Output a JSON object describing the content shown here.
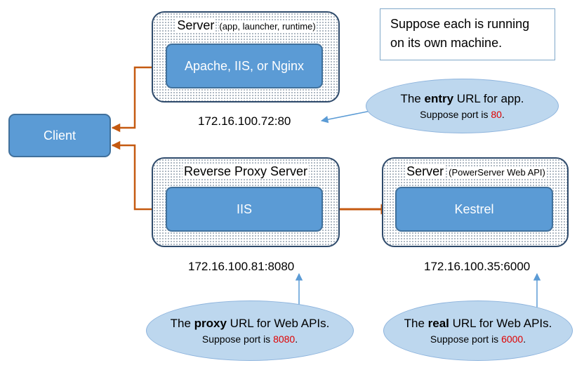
{
  "client": {
    "label": "Client"
  },
  "server_top": {
    "title": "Server",
    "subtitle": "(app, launcher, runtime)",
    "inner_label": "Apache, IIS, or Nginx",
    "address": "172.16.100.72:80"
  },
  "proxy_server": {
    "title": "Reverse Proxy Server",
    "inner_label": "IIS",
    "address": "172.16.100.81:8080"
  },
  "api_server": {
    "title": "Server",
    "subtitle": "(PowerServer Web API)",
    "inner_label": "Kestrel",
    "address": "172.16.100.35:6000"
  },
  "note": {
    "line1": "Suppose each is running",
    "line2": "on its own machine."
  },
  "bubble_entry": {
    "prefix": "The ",
    "bold": "entry",
    "suffix": " URL for app.",
    "port_prefix": "Suppose port is ",
    "port": "80",
    "port_suffix": "."
  },
  "bubble_proxy": {
    "prefix": "The ",
    "bold": "proxy",
    "suffix": " URL for Web APIs.",
    "port_prefix": "Suppose port is ",
    "port": "8080",
    "port_suffix": "."
  },
  "bubble_real": {
    "prefix": "The ",
    "bold": "real",
    "suffix": " URL for Web APIs.",
    "port_prefix": "Suppose port is ",
    "port": "6000",
    "port_suffix": "."
  },
  "colors": {
    "box_fill": "#5b9bd5",
    "box_border": "#41719c",
    "connector": "#c55a11",
    "pointer": "#5b9bd5",
    "bubble_fill": "#bdd7ee",
    "port_highlight": "#e00000"
  }
}
